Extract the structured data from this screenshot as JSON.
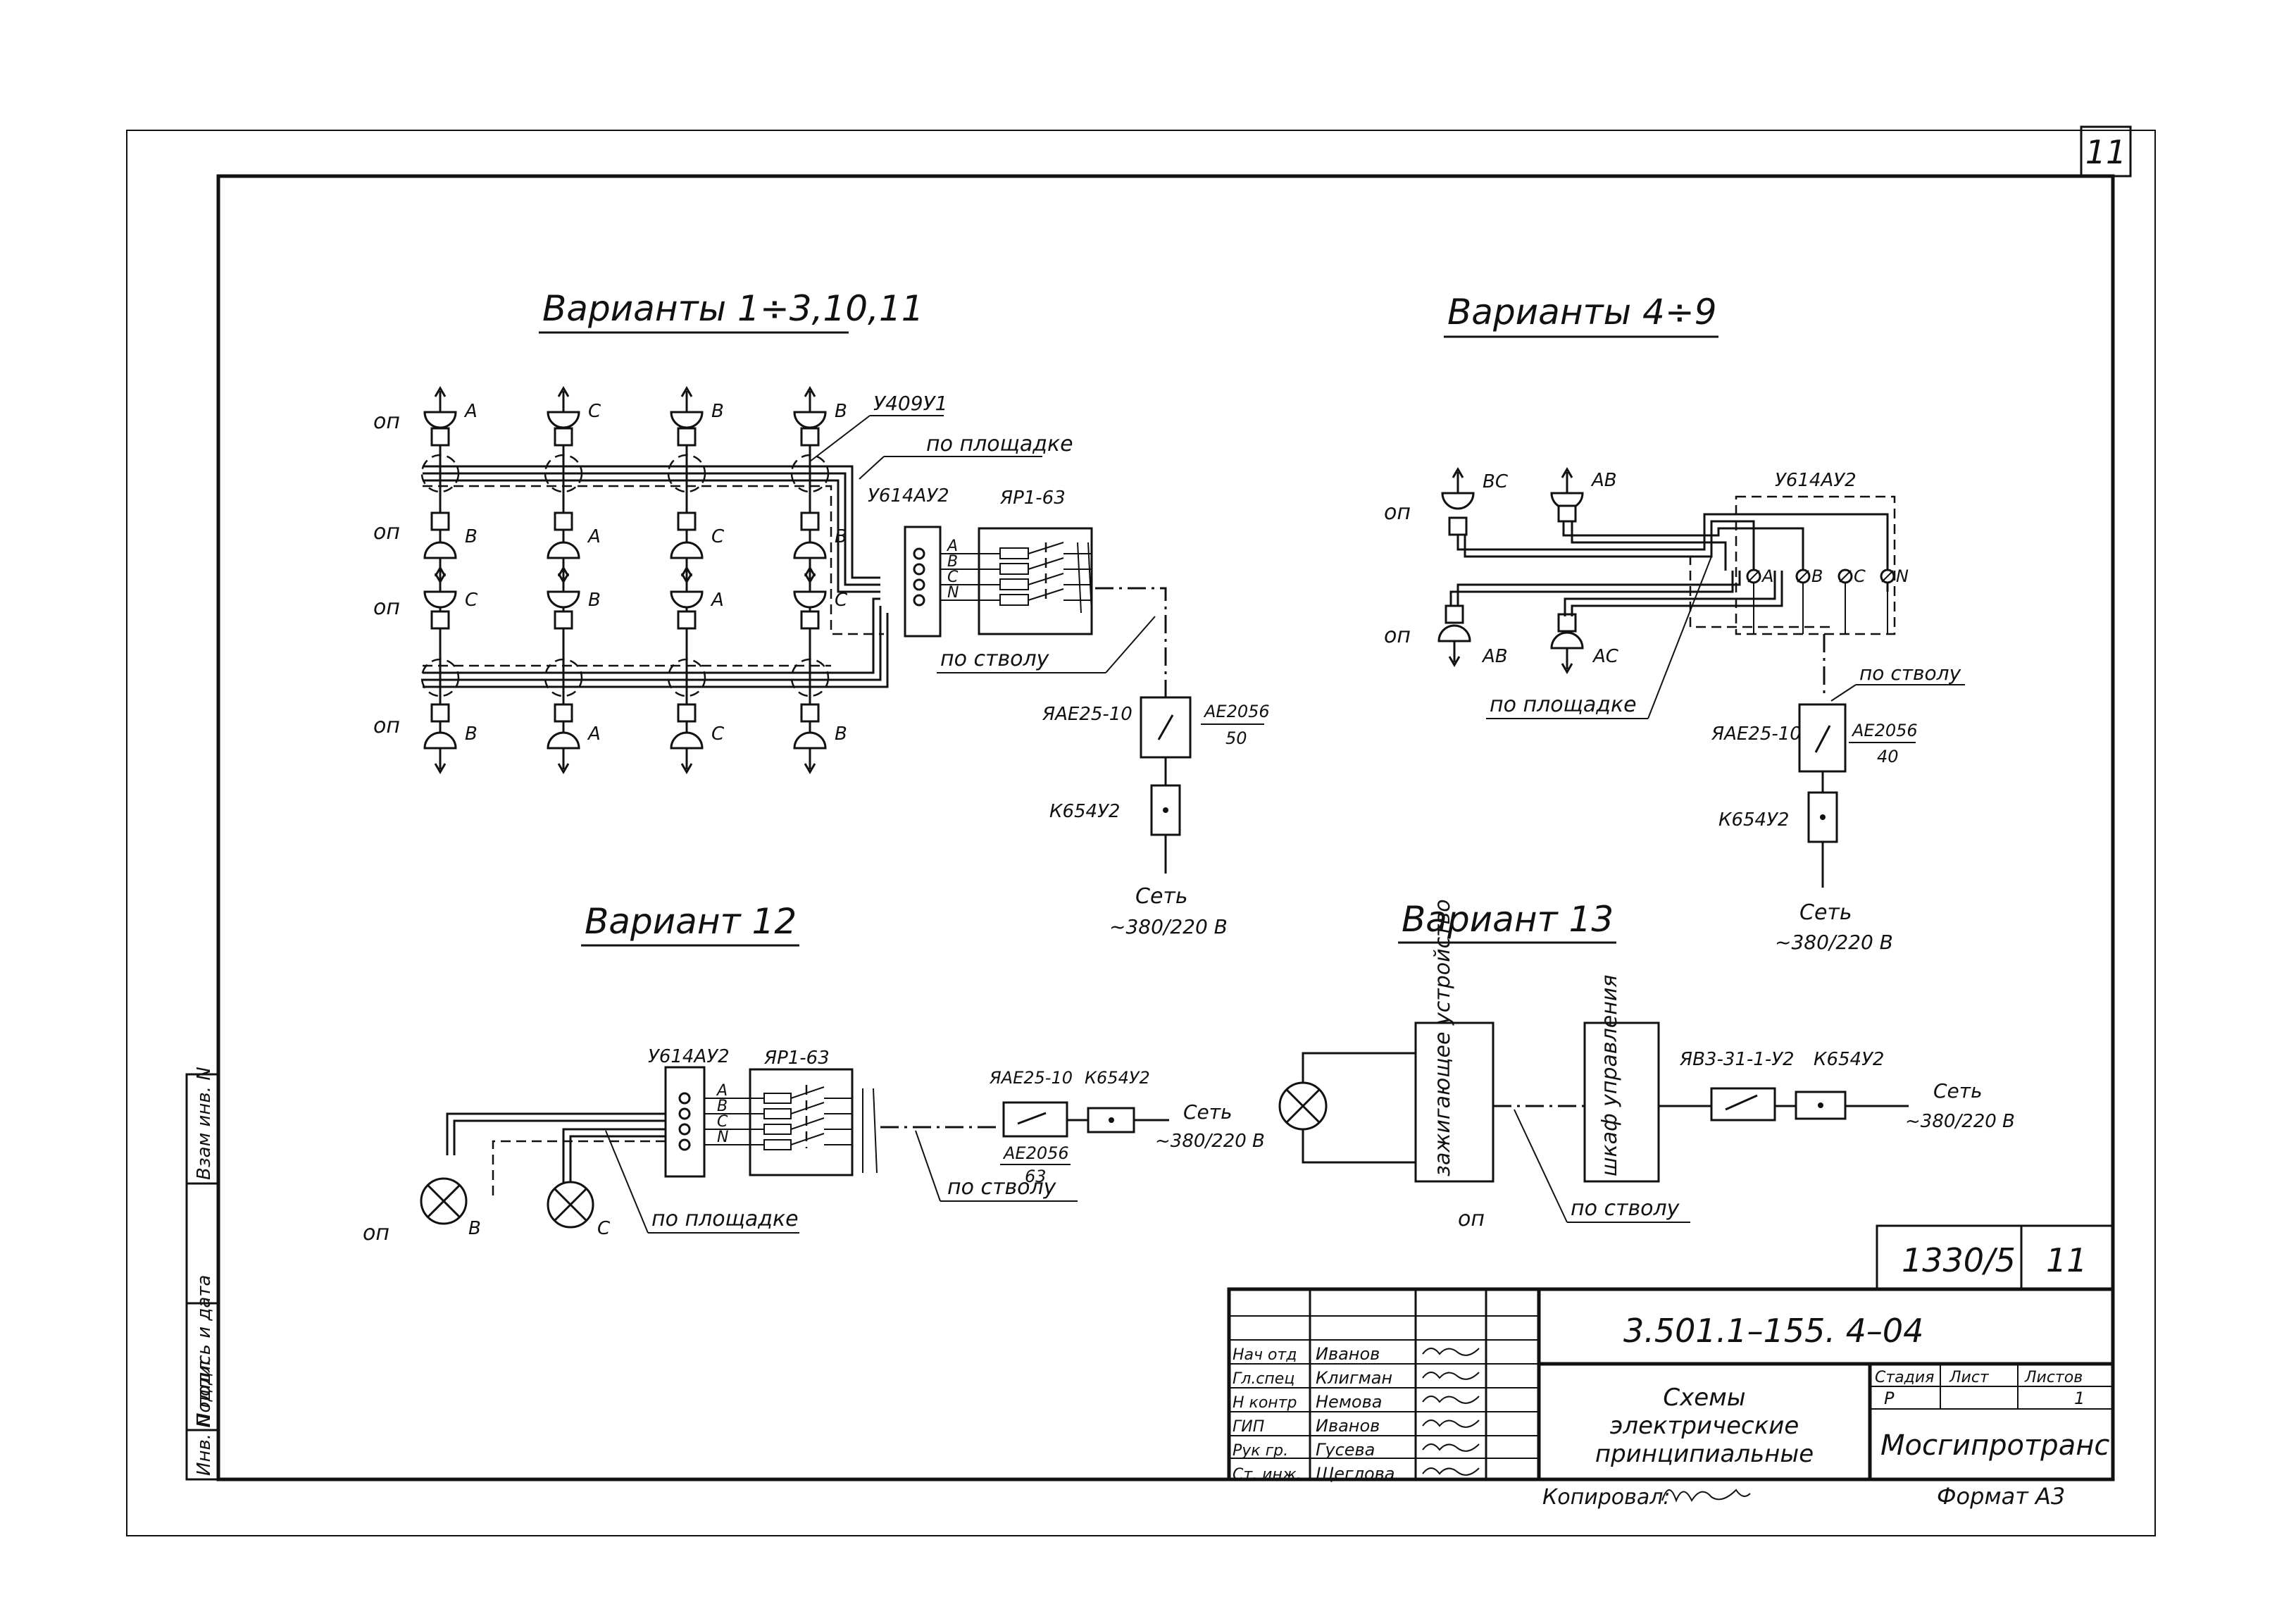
{
  "page_number": "11",
  "v1": {
    "title": "Варианты 1÷3,10,11",
    "op_labels": [
      "оп",
      "оп",
      "оп",
      "оп"
    ],
    "phases": [
      [
        "A",
        "C",
        "B",
        "B"
      ],
      [
        "B",
        "A",
        "C",
        "B"
      ],
      [
        "C",
        "B",
        "A",
        "C"
      ],
      [
        "B",
        "A",
        "C",
        "B"
      ]
    ],
    "cable_label": "У409У1",
    "box_label": "У614АУ2",
    "breaker_label": "ЯР1-63",
    "terminals": [
      "A",
      "B",
      "C",
      "N"
    ],
    "site_label": "по площадке",
    "trunk_label": "по стволу",
    "yae_label": "ЯАЕ25-10",
    "ae_top": "АЕ2056",
    "ae_bottom": "50",
    "k_label": "К654У2",
    "net_label": "Сеть",
    "voltage": "~380/220 В"
  },
  "v4": {
    "title": "Варианты 4÷9",
    "op_labels": [
      "оп",
      "оп"
    ],
    "phase_labels": [
      "ВС",
      "АВ",
      "АВ",
      "АС"
    ],
    "box_label": "У614АУ2",
    "terminals": [
      "A",
      "B",
      "C",
      "N"
    ],
    "trunk_label": "по стволу",
    "site_label": "по площадке",
    "yae_label": "ЯАЕ25-10",
    "ae_top": "АЕ2056",
    "ae_bottom": "40",
    "k_label": "К654У2",
    "net_label": "Сеть",
    "voltage": "~380/220 В"
  },
  "v12": {
    "title": "Вариант 12",
    "box_label": "У614АУ2",
    "breaker_label": "ЯР1-63",
    "terminals": [
      "A",
      "B",
      "C",
      "N"
    ],
    "yae_label": "ЯАЕ25-10",
    "k_label": "К654У2",
    "ae_top": "АЕ2056",
    "ae_bottom": "63",
    "net_label": "Сеть",
    "voltage": "~380/220 В",
    "trunk_label": "по стволу",
    "site_label": "по площадке",
    "op_label": "оп",
    "lamp_labels": [
      "В",
      "С"
    ]
  },
  "v13": {
    "title": "Вариант 13",
    "ignition_label": "зажигающее устройство",
    "cabinet_label": "шкаф управления",
    "yav_label": "ЯВ3-31-1-У2",
    "k_label": "К654У2",
    "net_label": "Сеть",
    "voltage": "~380/220 В",
    "op_label": "оп",
    "trunk_label": "по стволу"
  },
  "stamp": {
    "sheet_code": "1330/5",
    "sheet_num": "11",
    "doc_code": "3.501.1–155. 4–04",
    "roles": [
      "Нач отд",
      "Гл.спец",
      "Н контр",
      "ГИП",
      "Рук гр.",
      "Ст. инж."
    ],
    "names": [
      "Иванов",
      "Клигман",
      "Немова",
      "Иванов",
      "Гусева",
      "Щеглова"
    ],
    "title_lines": [
      "Схемы",
      "электрические",
      "принципиальные"
    ],
    "col_stage": "Стадия",
    "col_sheet": "Лист",
    "col_sheets": "Листов",
    "stage_value": "Р",
    "sheets_value": "1",
    "org": "Мосгипротранс",
    "copied_label": "Копировал:",
    "format_label": "Формат А3"
  },
  "side_labels": [
    "Инв. N подл",
    "Подпись и дата",
    "Взам инв. N"
  ]
}
